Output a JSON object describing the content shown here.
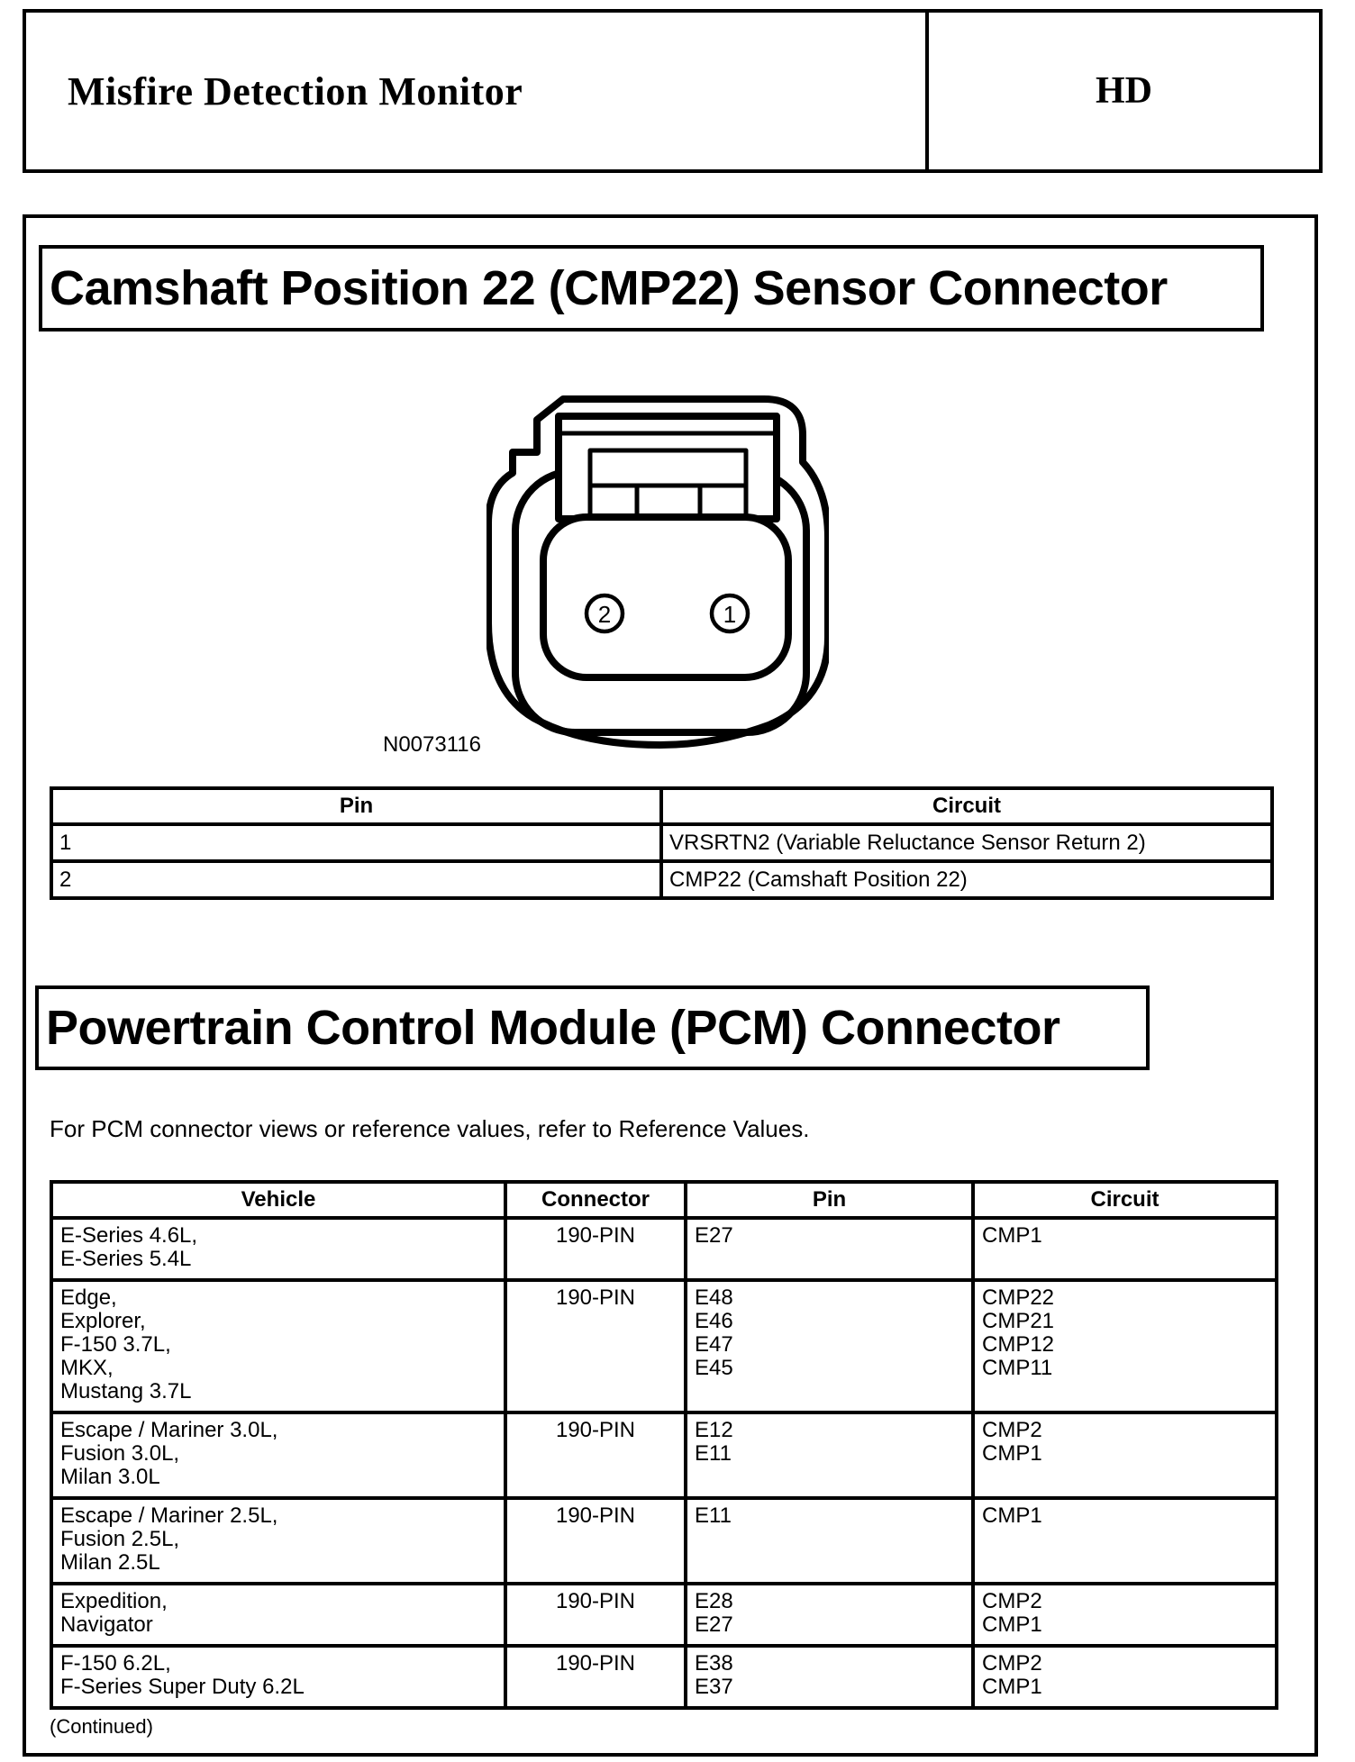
{
  "colors": {
    "ink": "#000000",
    "paper": "#ffffff"
  },
  "header": {
    "title": "Misfire Detection Monitor",
    "badge": "HD"
  },
  "section1": {
    "title": "Camshaft Position 22 (CMP22) Sensor Connector",
    "figure": {
      "label": "N0073116",
      "pin_left": "2",
      "pin_right": "1"
    },
    "pin_table": {
      "headers": [
        "Pin",
        "Circuit"
      ],
      "rows": [
        {
          "pin": "1",
          "circuit": "VRSRTN2 (Variable Reluctance Sensor Return 2)"
        },
        {
          "pin": "2",
          "circuit": "CMP22 (Camshaft Position 22)"
        }
      ]
    }
  },
  "section2": {
    "title": "Powertrain Control Module (PCM) Connector",
    "intro_text": "For PCM connector views or reference values, refer to ",
    "intro_link": "Reference Values.",
    "vehicle_table": {
      "headers": [
        "Vehicle",
        "Connector",
        "Pin",
        "Circuit"
      ],
      "rows": [
        {
          "vehicle": [
            "E-Series 4.6L,",
            "E-Series 5.4L"
          ],
          "connector": "190-PIN",
          "pins": [
            "E27"
          ],
          "circuits": [
            "CMP1"
          ]
        },
        {
          "vehicle": [
            "Edge,",
            "Explorer,",
            "F-150 3.7L,",
            "MKX,",
            "Mustang 3.7L"
          ],
          "connector": "190-PIN",
          "pins": [
            "E48",
            "E46",
            "E47",
            "E45"
          ],
          "circuits": [
            "CMP22",
            "CMP21",
            "CMP12",
            "CMP11"
          ]
        },
        {
          "vehicle": [
            "Escape / Mariner 3.0L,",
            "Fusion 3.0L,",
            "Milan 3.0L"
          ],
          "connector": "190-PIN",
          "pins": [
            "E12",
            "E11"
          ],
          "circuits": [
            "CMP2",
            "CMP1"
          ]
        },
        {
          "vehicle": [
            "Escape / Mariner 2.5L,",
            "Fusion 2.5L,",
            "Milan 2.5L"
          ],
          "connector": "190-PIN",
          "pins": [
            "E11"
          ],
          "circuits": [
            "CMP1"
          ]
        },
        {
          "vehicle": [
            "Expedition,",
            "Navigator"
          ],
          "connector": "190-PIN",
          "pins": [
            "E28",
            "E27"
          ],
          "circuits": [
            "CMP2",
            "CMP1"
          ]
        },
        {
          "vehicle": [
            "F-150 6.2L,",
            "F-Series Super Duty 6.2L"
          ],
          "connector": "190-PIN",
          "pins": [
            "E38",
            "E37"
          ],
          "circuits": [
            "CMP2",
            "CMP1"
          ]
        }
      ]
    },
    "continued": "(Continued)"
  }
}
